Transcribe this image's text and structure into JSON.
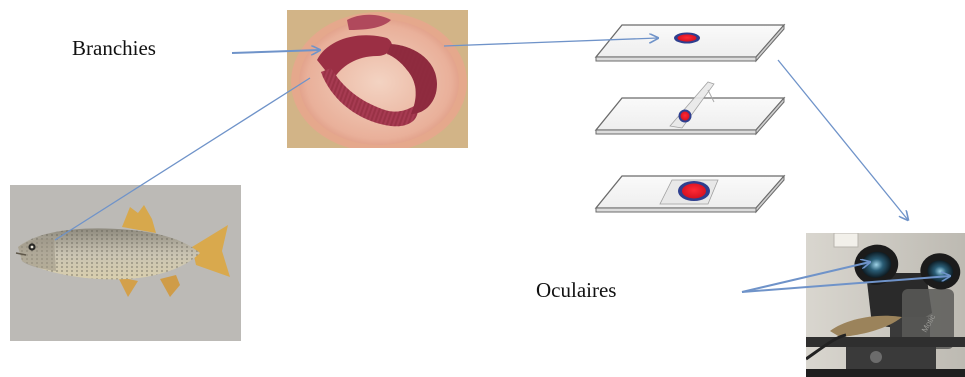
{
  "labels": {
    "gills": "Branchies",
    "eyepieces": "Oculaires"
  },
  "colors": {
    "arrow": "#6f93c9",
    "sample": "#e0192b",
    "sample_ring": "#2e3f8f",
    "slide_stroke": "#6b6b6b",
    "petri_bg": "#d8b98a",
    "fish_bg": "#b8b6b1"
  },
  "icons": {
    "fish": "fish-photo",
    "petri": "petri-dish-gills-photo",
    "slides": "microscope-slide-icon",
    "microscope": "microscope-photo"
  }
}
